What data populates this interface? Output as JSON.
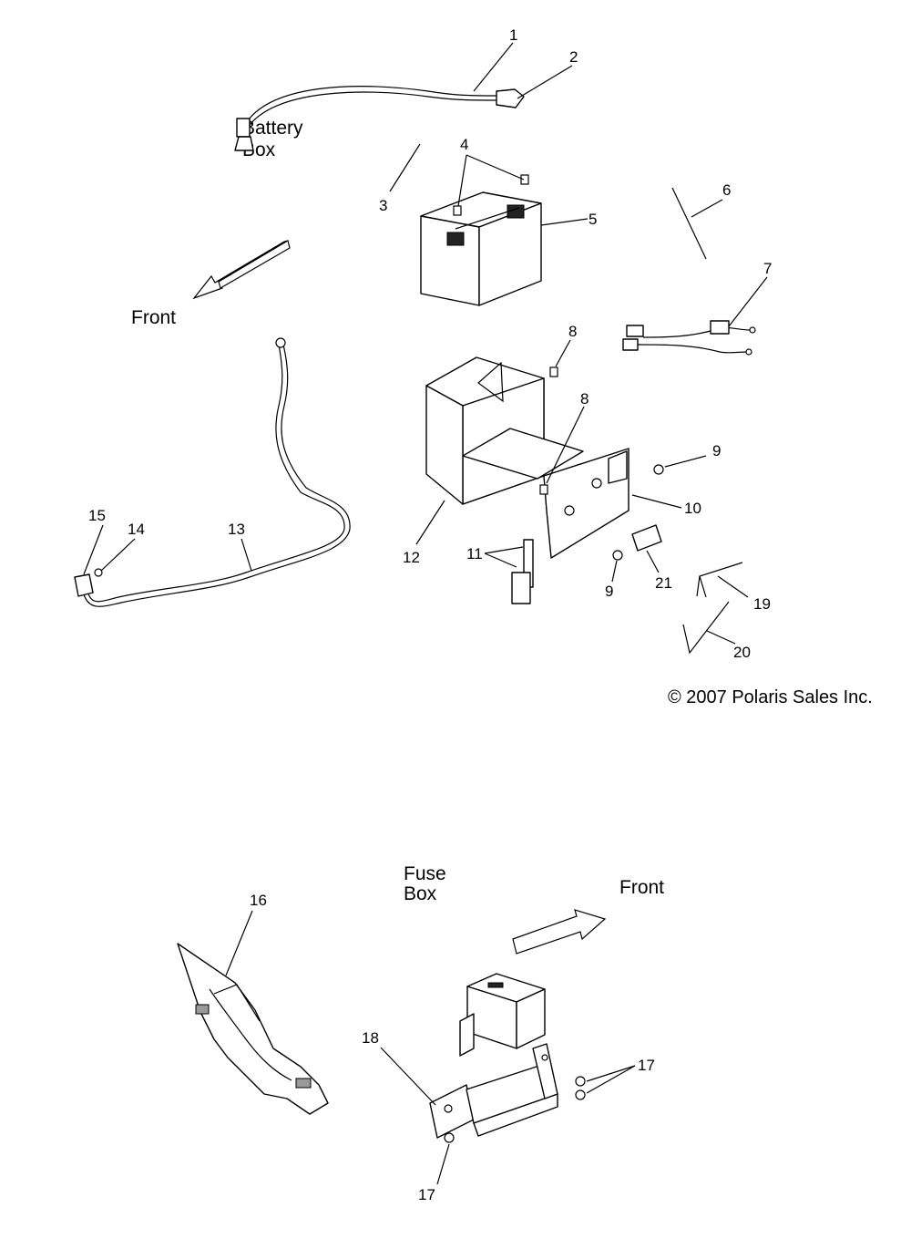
{
  "labels": {
    "battery_box": [
      "Battery",
      "Box"
    ],
    "fuse_box": [
      "Fuse",
      "Box"
    ],
    "front_top": "Front",
    "front_bottom": "Front",
    "copyright": "© 2007 Polaris Sales Inc."
  },
  "callouts": {
    "c1": "1",
    "c2": "2",
    "c3": "3",
    "c4": "4",
    "c5": "5",
    "c6": "6",
    "c7": "7",
    "c8a": "8",
    "c8b": "8",
    "c9a": "9",
    "c9b": "9",
    "c10": "10",
    "c11": "11",
    "c12": "12",
    "c13": "13",
    "c14": "14",
    "c15": "15",
    "c16": "16",
    "c17a": "17",
    "c17b": "17",
    "c18": "18",
    "c19": "19",
    "c20": "20",
    "c21": "21"
  }
}
